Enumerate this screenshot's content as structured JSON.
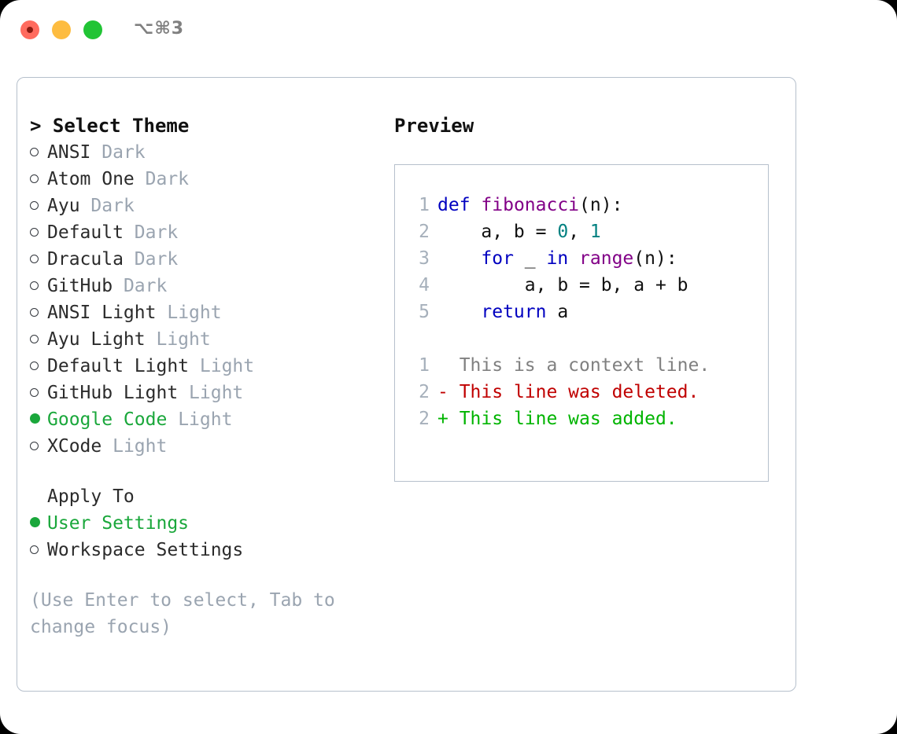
{
  "window": {
    "shortcut": "⌥⌘3",
    "traffic_lights": [
      {
        "name": "close",
        "color": "#ff6b5e"
      },
      {
        "name": "minimize",
        "color": "#fdbc40"
      },
      {
        "name": "maximize",
        "color": "#21c435"
      }
    ]
  },
  "theme_picker": {
    "header": "> Select Theme",
    "options": [
      {
        "marker": "o",
        "name": "ANSI",
        "kind": "Dark",
        "selected": false
      },
      {
        "marker": "o",
        "name": "Atom One",
        "kind": "Dark",
        "selected": false
      },
      {
        "marker": "o",
        "name": "Ayu",
        "kind": "Dark",
        "selected": false
      },
      {
        "marker": "o",
        "name": "Default",
        "kind": "Dark",
        "selected": false
      },
      {
        "marker": "o",
        "name": "Dracula",
        "kind": "Dark",
        "selected": false
      },
      {
        "marker": "o",
        "name": "GitHub",
        "kind": "Dark",
        "selected": false
      },
      {
        "marker": "o",
        "name": "ANSI Light",
        "kind": "Light",
        "selected": false
      },
      {
        "marker": "o",
        "name": "Ayu Light",
        "kind": "Light",
        "selected": false
      },
      {
        "marker": "o",
        "name": "Default Light",
        "kind": "Light",
        "selected": false
      },
      {
        "marker": "o",
        "name": "GitHub Light",
        "kind": "Light",
        "selected": false
      },
      {
        "marker": "●",
        "name": "Google Code",
        "kind": "Light",
        "selected": true
      },
      {
        "marker": "o",
        "name": "XCode",
        "kind": "Light",
        "selected": false
      }
    ]
  },
  "apply_to": {
    "title": "Apply To",
    "options": [
      {
        "marker": "●",
        "name": "User Settings",
        "selected": true
      },
      {
        "marker": "o",
        "name": "Workspace Settings",
        "selected": false
      }
    ]
  },
  "hint": "(Use Enter to select, Tab to change focus)",
  "preview": {
    "label": "Preview",
    "code_lines": [
      {
        "no": "1",
        "tokens": [
          {
            "t": "def",
            "c": "kw"
          },
          {
            "t": " ",
            "c": "txt"
          },
          {
            "t": "fibonacci",
            "c": "fn"
          },
          {
            "t": "(n):",
            "c": "txt"
          }
        ]
      },
      {
        "no": "2",
        "tokens": [
          {
            "t": "    a, b = ",
            "c": "txt"
          },
          {
            "t": "0",
            "c": "num"
          },
          {
            "t": ", ",
            "c": "txt"
          },
          {
            "t": "1",
            "c": "num"
          }
        ]
      },
      {
        "no": "3",
        "tokens": [
          {
            "t": "    ",
            "c": "txt"
          },
          {
            "t": "for",
            "c": "kw"
          },
          {
            "t": " _ ",
            "c": "txt"
          },
          {
            "t": "in",
            "c": "kw"
          },
          {
            "t": " ",
            "c": "txt"
          },
          {
            "t": "range",
            "c": "fn"
          },
          {
            "t": "(n):",
            "c": "txt"
          }
        ]
      },
      {
        "no": "4",
        "tokens": [
          {
            "t": "        a, b = b, a + b",
            "c": "txt"
          }
        ]
      },
      {
        "no": "5",
        "tokens": [
          {
            "t": "    ",
            "c": "txt"
          },
          {
            "t": "return",
            "c": "kw"
          },
          {
            "t": " a",
            "c": "txt"
          }
        ]
      }
    ],
    "diff_lines": [
      {
        "no": "1",
        "sign": "  ",
        "text": "This is a context line.",
        "kind": "ctx"
      },
      {
        "no": "2",
        "sign": "- ",
        "text": "This line was deleted.",
        "kind": "del"
      },
      {
        "no": "2",
        "sign": "+ ",
        "text": "This line was added.",
        "kind": "add"
      }
    ]
  },
  "colors": {
    "accent_green": "#1aa73b",
    "muted": "#9aa4b0",
    "border": "#b6c0cc",
    "keyword": "#0000c0",
    "function": "#820087",
    "number": "#008080",
    "diff_add": "#00b400",
    "diff_del": "#c00000",
    "diff_ctx": "#808080"
  }
}
